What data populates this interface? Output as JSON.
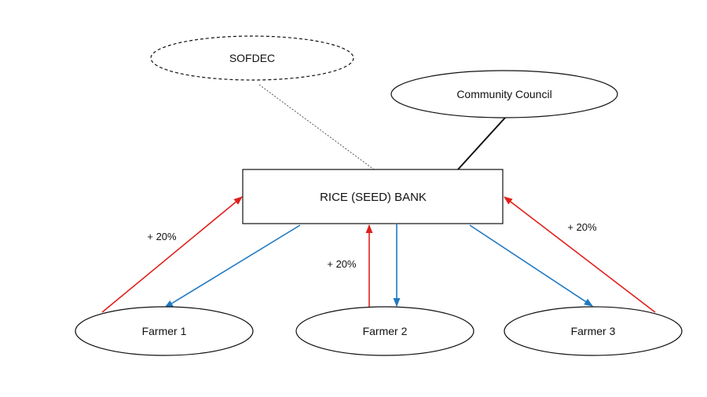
{
  "diagram": {
    "nodes": {
      "sofdec": {
        "label": "SOFDEC"
      },
      "community_council": {
        "label": "Community Council"
      },
      "rice_seed_bank": {
        "label": "RICE (SEED) BANK"
      },
      "farmer_1": {
        "label": "Farmer 1"
      },
      "farmer_2": {
        "label": "Farmer 2"
      },
      "farmer_3": {
        "label": "Farmer 3"
      }
    },
    "edge_labels": {
      "farmer_1_return": "+ 20%",
      "farmer_2_return": "+ 20%",
      "farmer_3_return": "+ 20%"
    },
    "colors": {
      "return_arrow": "#e0201b",
      "loan_arrow": "#1f78c1",
      "outline": "#111111"
    }
  }
}
